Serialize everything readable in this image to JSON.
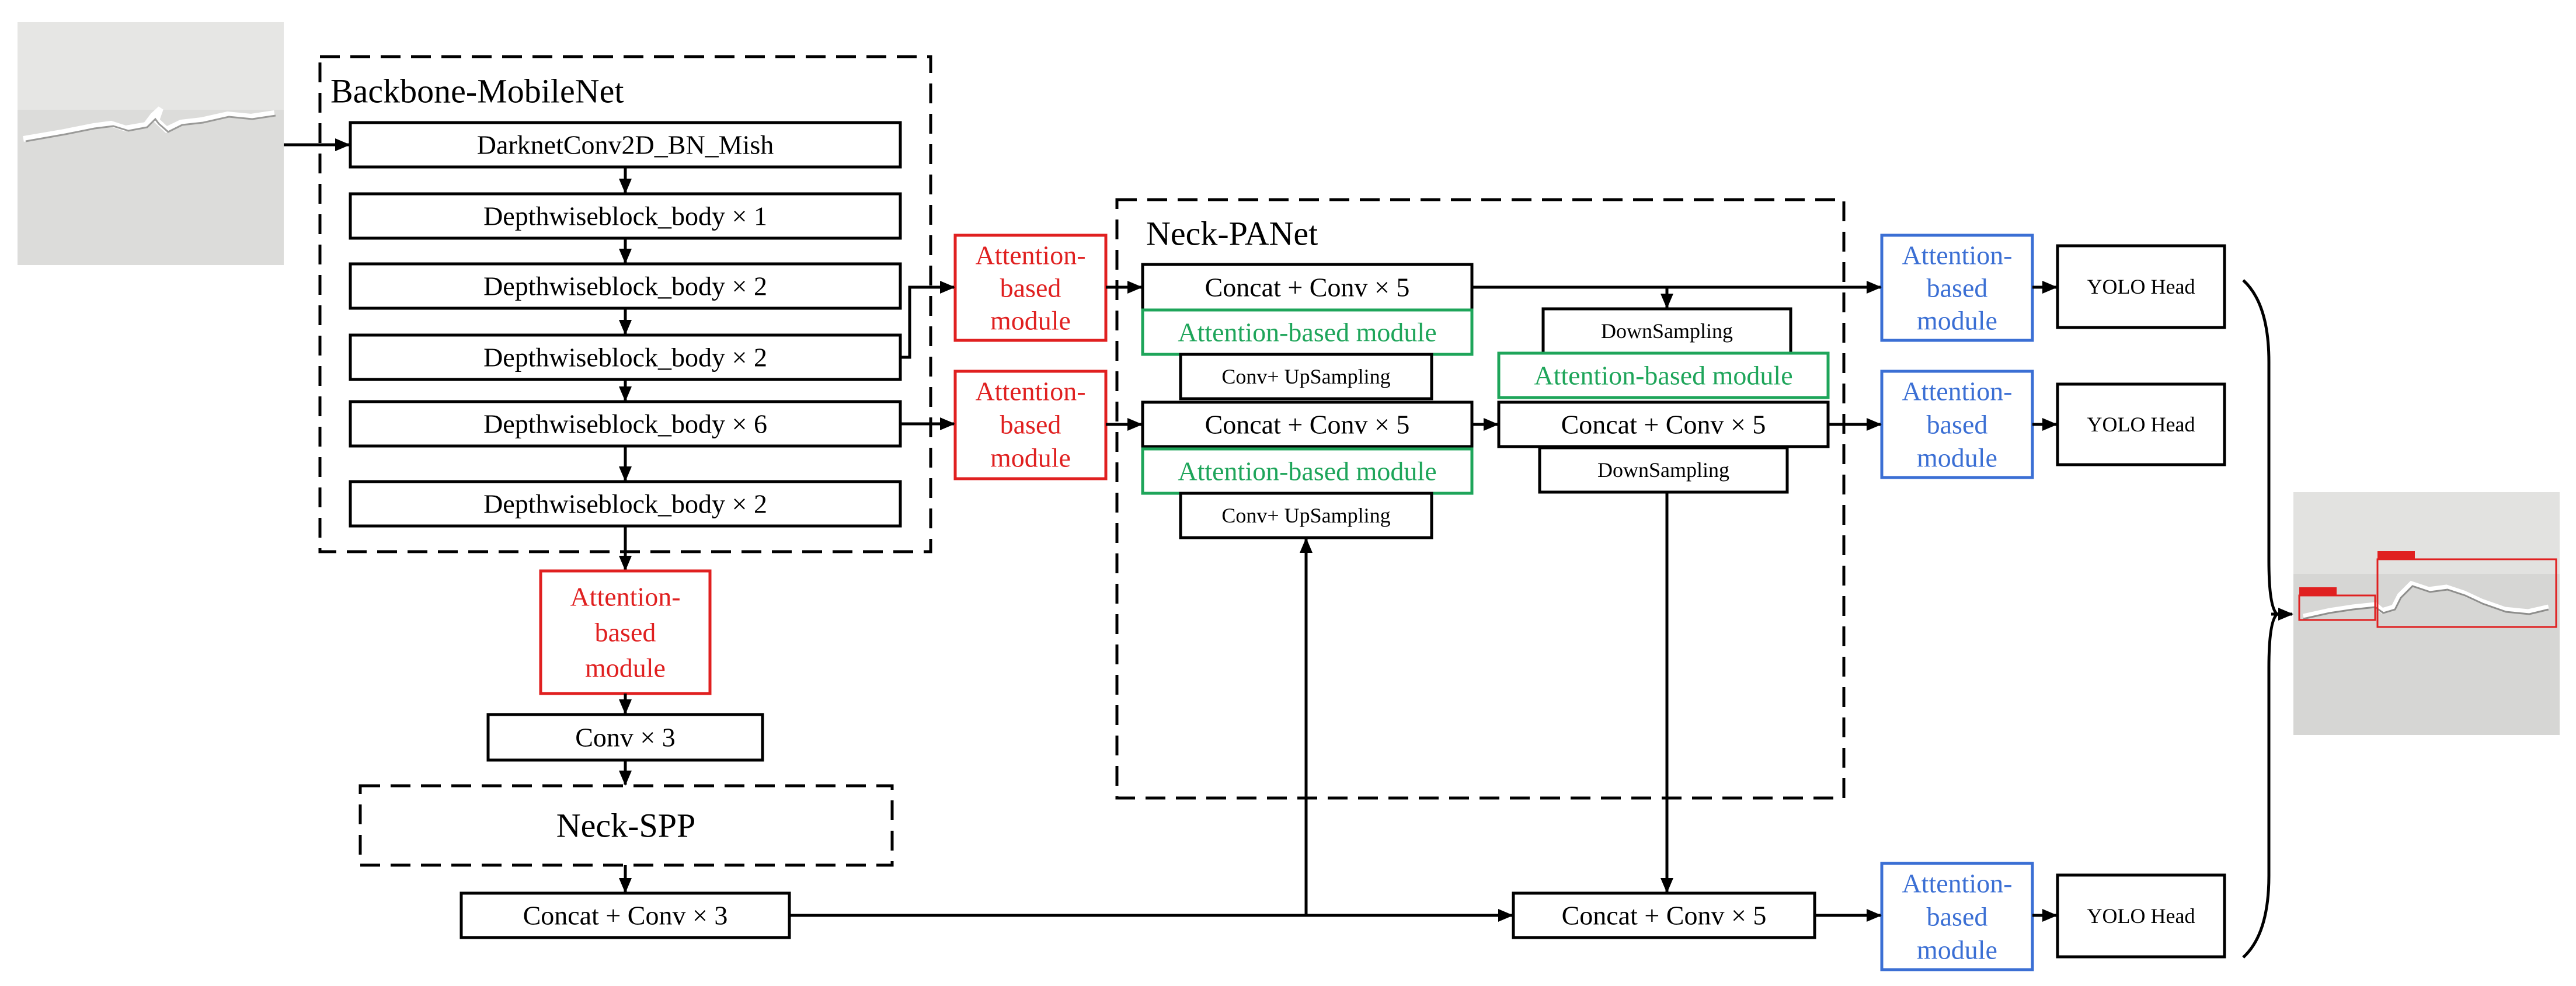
{
  "title_backbone": "Backbone-MobileNet",
  "title_neck_panet": "Neck-PANet",
  "title_neck_spp": "Neck-SPP",
  "backbone": {
    "b1": "DarknetConv2D_BN_Mish",
    "b2": "Depthwiseblock_body × 1",
    "b3": "Depthwiseblock_body × 2",
    "b4": "Depthwiseblock_body × 2",
    "b5": "Depthwiseblock_body × 6",
    "b6": "Depthwiseblock_body × 2"
  },
  "attn_red": [
    "Attention-",
    "based",
    "module"
  ],
  "attn_blue": [
    "Attention-",
    "based",
    "module"
  ],
  "attn_green": "Attention-based module",
  "conv3": "Conv × 3",
  "concat_conv3": "Concat + Conv × 3",
  "concat_conv5": "Concat + Conv × 5",
  "conv_upsampling": "Conv+ UpSampling",
  "downsampling": "DownSampling",
  "yolo_head": "YOLO Head",
  "colors": {
    "attention_red": "#e02020",
    "attention_green": "#1ea55a",
    "attention_blue": "#3b6fd4"
  }
}
